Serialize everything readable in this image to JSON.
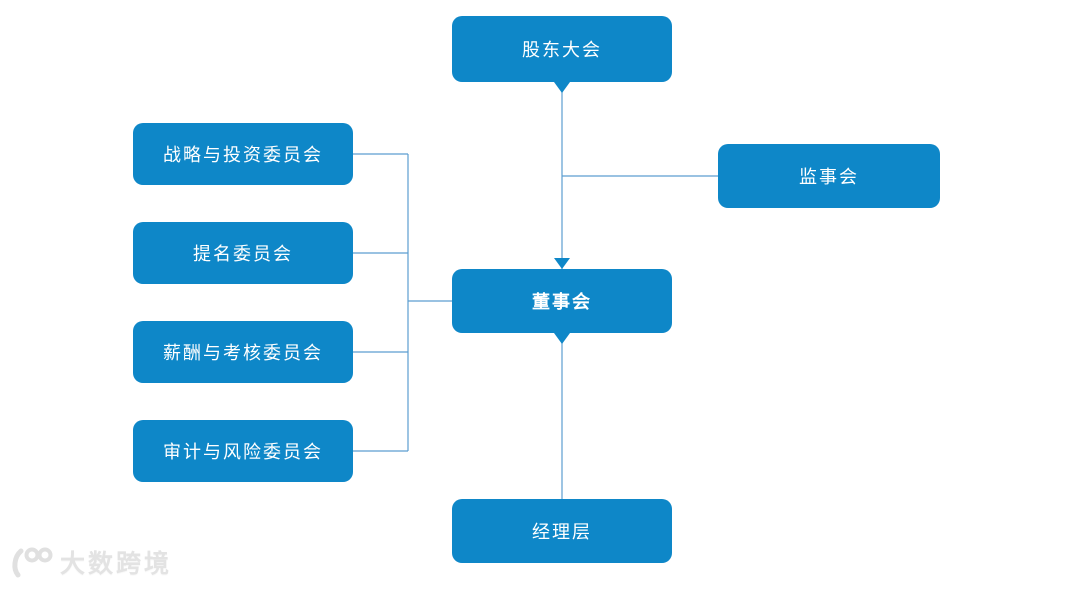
{
  "colors": {
    "node_fill": "#0E87C8",
    "node_text": "#FFFFFF",
    "connector_line": "#5C9ED0",
    "arrow_fill": "#0E87C8",
    "watermark_color": "#E3E3E3"
  },
  "diagram": {
    "type": "org-chart",
    "nodes": [
      {
        "id": "shareholders-meeting",
        "label": "股东大会"
      },
      {
        "id": "supervisory-board",
        "label": "监事会"
      },
      {
        "id": "board-of-directors",
        "label": "董事会"
      },
      {
        "id": "management-level",
        "label": "经理层"
      },
      {
        "id": "strategy-investment-committee",
        "label": "战略与投资委员会"
      },
      {
        "id": "nomination-committee",
        "label": "提名委员会"
      },
      {
        "id": "remuneration-appraisal-committee",
        "label": "薪酬与考核委员会"
      },
      {
        "id": "audit-risk-committee",
        "label": "审计与风险委员会"
      }
    ],
    "edges": [
      {
        "from": "shareholders-meeting",
        "to": "board-of-directors",
        "arrowhead": true
      },
      {
        "from": "shareholders-meeting",
        "to": "supervisory-board",
        "arrowhead": false
      },
      {
        "from": "board-of-directors",
        "to": "management-level",
        "arrowhead": false
      },
      {
        "from": "strategy-investment-committee",
        "to": "board-of-directors",
        "arrowhead": false
      },
      {
        "from": "nomination-committee",
        "to": "board-of-directors",
        "arrowhead": false
      },
      {
        "from": "remuneration-appraisal-committee",
        "to": "board-of-directors",
        "arrowhead": false
      },
      {
        "from": "audit-risk-committee",
        "to": "board-of-directors",
        "arrowhead": false
      }
    ]
  },
  "watermark": {
    "logo": "100-logo",
    "text": "大数跨境"
  }
}
